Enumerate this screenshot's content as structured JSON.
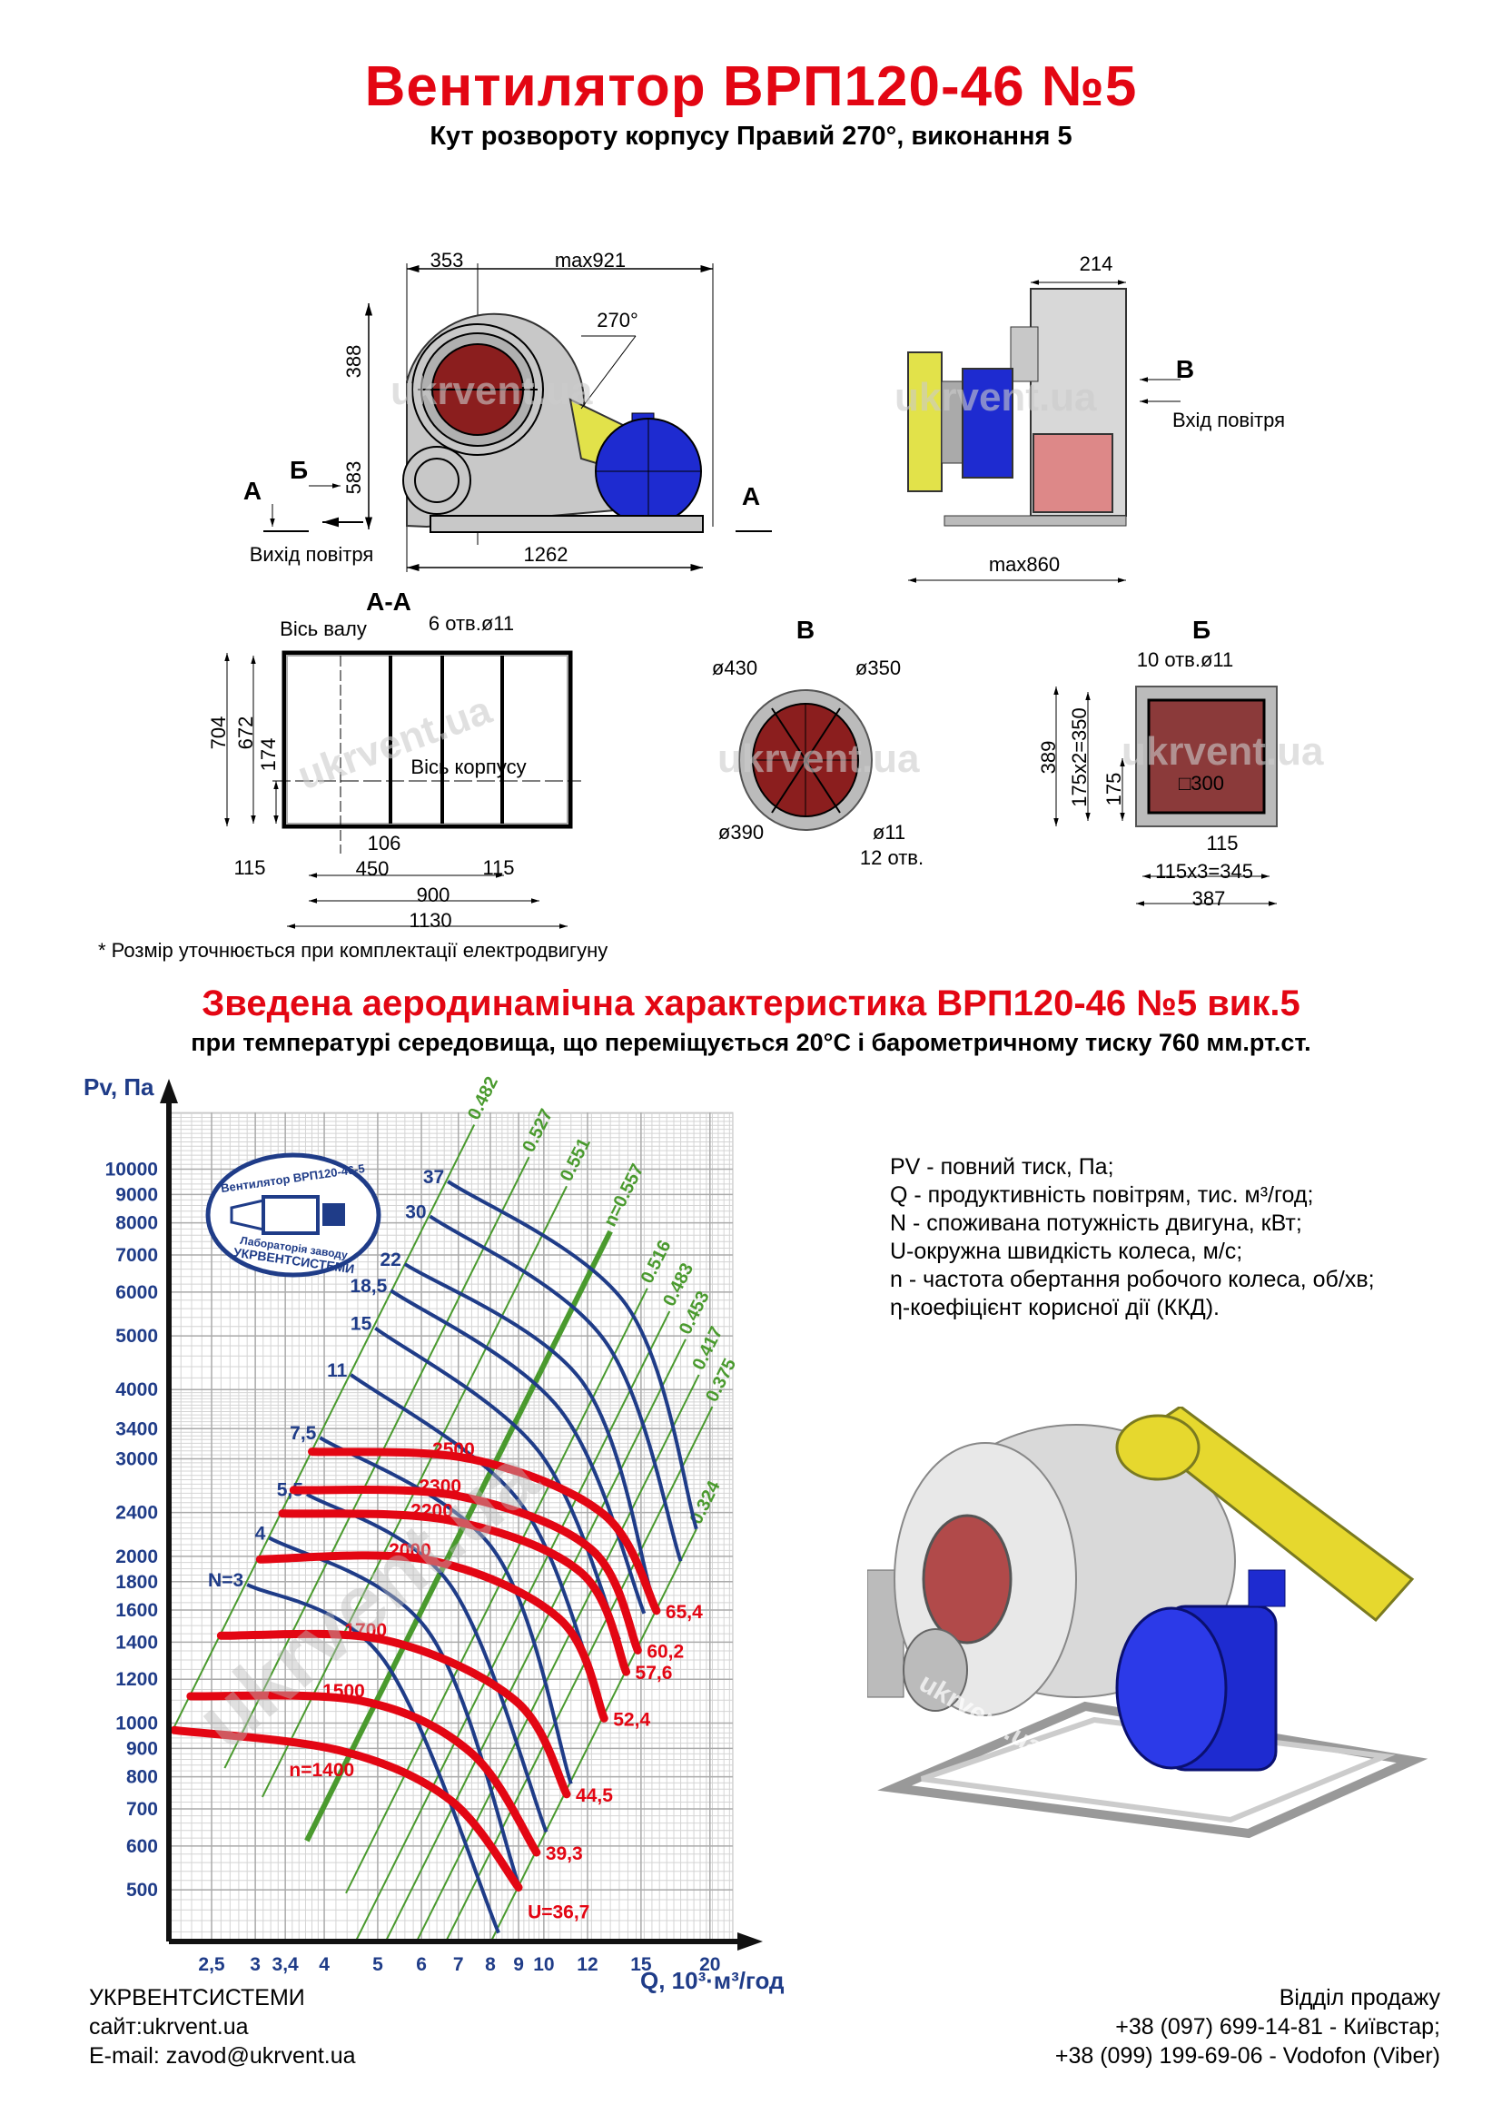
{
  "header": {
    "title": "Вентилятор  ВРП120-46 №5",
    "subtitle": "Кут розвороту корпусу Правий 270°, виконання 5"
  },
  "drawings": {
    "side_view": {
      "dim_353": "353",
      "dim_max921": "max921",
      "angle": "270°",
      "dim_388": "388",
      "dim_583": "583",
      "dim_1262": "1262",
      "outlet_label": "Вихід повітря",
      "section_a": "А",
      "section_b": "Б",
      "section_a_right": "А"
    },
    "front_view": {
      "dim_214": "214",
      "view_v": "В",
      "inlet_label": "Вхід повітря",
      "dim_max860": "max860"
    },
    "section_aa": {
      "title": "А-А",
      "shaft_axis": "Вісь валу",
      "holes": "6 отв.ø11",
      "dim_704": "704",
      "dim_672": "672",
      "dim_174": "174",
      "body_axis": "Вісь корпусу",
      "dim_106": "106",
      "dim_115_left": "115",
      "dim_450": "450",
      "dim_115_right": "115",
      "dim_900": "900",
      "dim_1130": "1130"
    },
    "view_v": {
      "title": "В",
      "d430": "ø430",
      "d350": "ø350",
      "d390": "ø390",
      "d11": "ø11",
      "holes": "12 отв."
    },
    "view_b": {
      "title": "Б",
      "holes": "10 отв.ø11",
      "dim_389": "389",
      "dim_350": "175x2=350",
      "dim_175": "175",
      "dim_300": "□300",
      "dim_115": "115",
      "dim_345": "115x3=345",
      "dim_387": "387"
    },
    "footnote": "* Розмір уточнюється при комплектації електродвигуну",
    "watermark": "ukrvent.ua"
  },
  "chart_header": {
    "title": "Зведена аеродинамічна характеристика ВРП120-46 №5 вик.5",
    "subtitle": "при температурі середовища, що переміщується 20°С і барометричному тиску 760 мм.рт.ст."
  },
  "legend": [
    "PV - повний тиск, Па;",
    "Q - продуктивність повітрям, тис. м³/год;",
    "N - споживана потужність двигуна, кВт;",
    "U-окружна швидкість колеса, м/с;",
    "n - частота обертання робочого колеса, об/хв;",
    "η-коефіцієнт корисної дії (ККД)."
  ],
  "stamp": {
    "top_text": "Вентилятор ВРП120-46-5",
    "bottom_text1": "Лабораторія заводу",
    "bottom_text2": "УКРВЕНТСИСТЕМИ"
  },
  "chart_data": {
    "type": "line",
    "title": "Зведена аеродинамічна характеристика ВРП120-46 №5 вик.5",
    "xlabel": "Q, 10³·м³/год",
    "ylabel": "Pv, Па",
    "xscale": "log",
    "yscale": "log",
    "xlim": [
      2.1,
      22
    ],
    "ylim": [
      401,
      12650
    ],
    "grid": true,
    "x_ticks": [
      {
        "v": 2.5,
        "label": "2,5"
      },
      {
        "v": 3,
        "label": "3"
      },
      {
        "v": 3.4,
        "label": "3,4"
      },
      {
        "v": 4,
        "label": "4"
      },
      {
        "v": 5,
        "label": "5"
      },
      {
        "v": 6,
        "label": "6"
      },
      {
        "v": 7,
        "label": "7"
      },
      {
        "v": 8,
        "label": "8"
      },
      {
        "v": 9,
        "label": "9"
      },
      {
        "v": 10,
        "label": "10"
      },
      {
        "v": 12,
        "label": "12"
      },
      {
        "v": 15,
        "label": "15"
      },
      {
        "v": 20,
        "label": "20"
      }
    ],
    "y_ticks": [
      {
        "v": 500,
        "label": "500"
      },
      {
        "v": 600,
        "label": "600"
      },
      {
        "v": 700,
        "label": "700"
      },
      {
        "v": 800,
        "label": "800"
      },
      {
        "v": 900,
        "label": "900"
      },
      {
        "v": 1000,
        "label": "1000"
      },
      {
        "v": 1200,
        "label": "1200"
      },
      {
        "v": 1400,
        "label": "1400"
      },
      {
        "v": 1600,
        "label": "1600"
      },
      {
        "v": 1800,
        "label": "1800"
      },
      {
        "v": 2000,
        "label": "2000"
      },
      {
        "v": 2400,
        "label": "2400"
      },
      {
        "v": 3000,
        "label": "3000"
      },
      {
        "v": 3400,
        "label": "3400"
      },
      {
        "v": 4000,
        "label": "4000"
      },
      {
        "v": 5000,
        "label": "5000"
      },
      {
        "v": 6000,
        "label": "6000"
      },
      {
        "v": 7000,
        "label": "7000"
      },
      {
        "v": 8000,
        "label": "8000"
      },
      {
        "v": 9000,
        "label": "9000"
      },
      {
        "v": 10000,
        "label": "10000"
      }
    ],
    "speed_curves": [
      {
        "name": "n=1400",
        "u_label": "U=36,7",
        "points": [
          [
            2.14,
            971
          ],
          [
            4.27,
            892
          ],
          [
            6.77,
            726
          ],
          [
            9.0,
            505
          ]
        ]
      },
      {
        "name": "1500",
        "u_label": "39,3",
        "points": [
          [
            2.29,
            1118
          ],
          [
            4.68,
            1096
          ],
          [
            7.4,
            882
          ],
          [
            9.7,
            584
          ]
        ]
      },
      {
        "name": "1700",
        "u_label": "44,5",
        "points": [
          [
            2.6,
            1438
          ],
          [
            5.13,
            1413
          ],
          [
            8.9,
            1096
          ],
          [
            11.0,
            744
          ]
        ]
      },
      {
        "name": "2000",
        "u_label": "52,4",
        "points": [
          [
            3.06,
            1975
          ],
          [
            6.17,
            1970
          ],
          [
            10.7,
            1539
          ],
          [
            12.86,
            1020
          ]
        ]
      },
      {
        "name": "2200",
        "u_label": "57,6",
        "points": [
          [
            3.36,
            2390
          ],
          [
            6.76,
            2322
          ],
          [
            11.7,
            1867
          ],
          [
            14.1,
            1237
          ]
        ]
      },
      {
        "name": "2300",
        "u_label": "60,2",
        "points": [
          [
            3.52,
            2634
          ],
          [
            7.0,
            2570
          ],
          [
            12.2,
            2057
          ],
          [
            14.8,
            1353
          ]
        ]
      },
      {
        "name": "2500",
        "u_label": "65,4",
        "points": [
          [
            3.8,
            3090
          ],
          [
            7.4,
            2995
          ],
          [
            12.86,
            2378
          ],
          [
            16.0,
            1595
          ]
        ]
      }
    ],
    "power_curves": [
      {
        "name": "N=3",
        "points": [
          [
            2.9,
            1779
          ],
          [
            5.13,
            1299
          ],
          [
            8.28,
            418
          ]
        ]
      },
      {
        "name": "4",
        "points": [
          [
            3.18,
            2160
          ],
          [
            6.17,
            1466
          ],
          [
            9.0,
            511
          ]
        ]
      },
      {
        "name": "5,5",
        "points": [
          [
            3.72,
            2590
          ],
          [
            6.76,
            1779
          ],
          [
            10.1,
            636
          ]
        ]
      },
      {
        "name": "7,5",
        "points": [
          [
            3.93,
            3275
          ],
          [
            8.1,
            2057
          ],
          [
            11.2,
            777
          ]
        ]
      },
      {
        "name": "11",
        "points": [
          [
            4.47,
            4255
          ],
          [
            8.9,
            2558
          ],
          [
            12.2,
            1237
          ]
        ]
      },
      {
        "name": "15",
        "points": [
          [
            4.95,
            5164
          ],
          [
            9.76,
            3106
          ],
          [
            13.7,
            1414
          ]
        ]
      },
      {
        "name": "18,5",
        "points": [
          [
            5.28,
            6040
          ],
          [
            10.7,
            3680
          ],
          [
            15.2,
            1577
          ]
        ]
      },
      {
        "name": "22",
        "points": [
          [
            5.6,
            6740
          ],
          [
            11.7,
            4150
          ],
          [
            15.7,
            1695
          ]
        ]
      },
      {
        "name": "30",
        "points": [
          [
            6.22,
            8220
          ],
          [
            12.86,
            4920
          ],
          [
            17.7,
            1960
          ]
        ]
      },
      {
        "name": "37",
        "points": [
          [
            6.7,
            9505
          ],
          [
            14.1,
            5690
          ],
          [
            18.9,
            2240
          ]
        ]
      }
    ],
    "efficiency_lines": [
      {
        "label": "0.482",
        "k": 215,
        "q": [
          2.14,
          7.48
        ],
        "main": false
      },
      {
        "label": "0.527",
        "k": 119,
        "q": [
          2.64,
          9.4
        ],
        "main": false
      },
      {
        "label": "0.551",
        "k": 77,
        "q": [
          3.09,
          11.0
        ],
        "main": false
      },
      {
        "label": "n=0.557",
        "k": 44.3,
        "q": [
          3.72,
          13.2
        ],
        "main": true
      },
      {
        "label": "0.516",
        "k": 25.7,
        "q": [
          4.38,
          15.4
        ],
        "main": false
      },
      {
        "label": "0.483",
        "k": 19.4,
        "q": [
          4.55,
          16.9
        ],
        "main": false
      },
      {
        "label": "0.453",
        "k": 15.1,
        "q": [
          5.15,
          18.07
        ],
        "main": false
      },
      {
        "label": "0.417",
        "k": 11.66,
        "q": [
          5.86,
          19.1
        ],
        "main": false
      },
      {
        "label": "0.375",
        "k": 9.13,
        "q": [
          6.63,
          20.2
        ],
        "main": false
      },
      {
        "label": "0.324",
        "k": 6.27,
        "q": [
          8.0,
          18.9
        ],
        "main": false
      }
    ],
    "colors": {
      "speed": "#e30613",
      "power": "#1f3c88",
      "efficiency": "#4a9a2e",
      "axis_text": "#1f3c88"
    }
  },
  "footer": {
    "company": "УКРВЕНТСИСТЕМИ",
    "site": "сайт:ukrvent.ua",
    "email": "E-mail: zavod@ukrvent.ua",
    "sales_title": "Відділ продажу",
    "phone1": "+38 (097) 699-14-81 - Київстар;",
    "phone2": "+38 (099) 199-69-06 - Vodofon (Viber)"
  }
}
